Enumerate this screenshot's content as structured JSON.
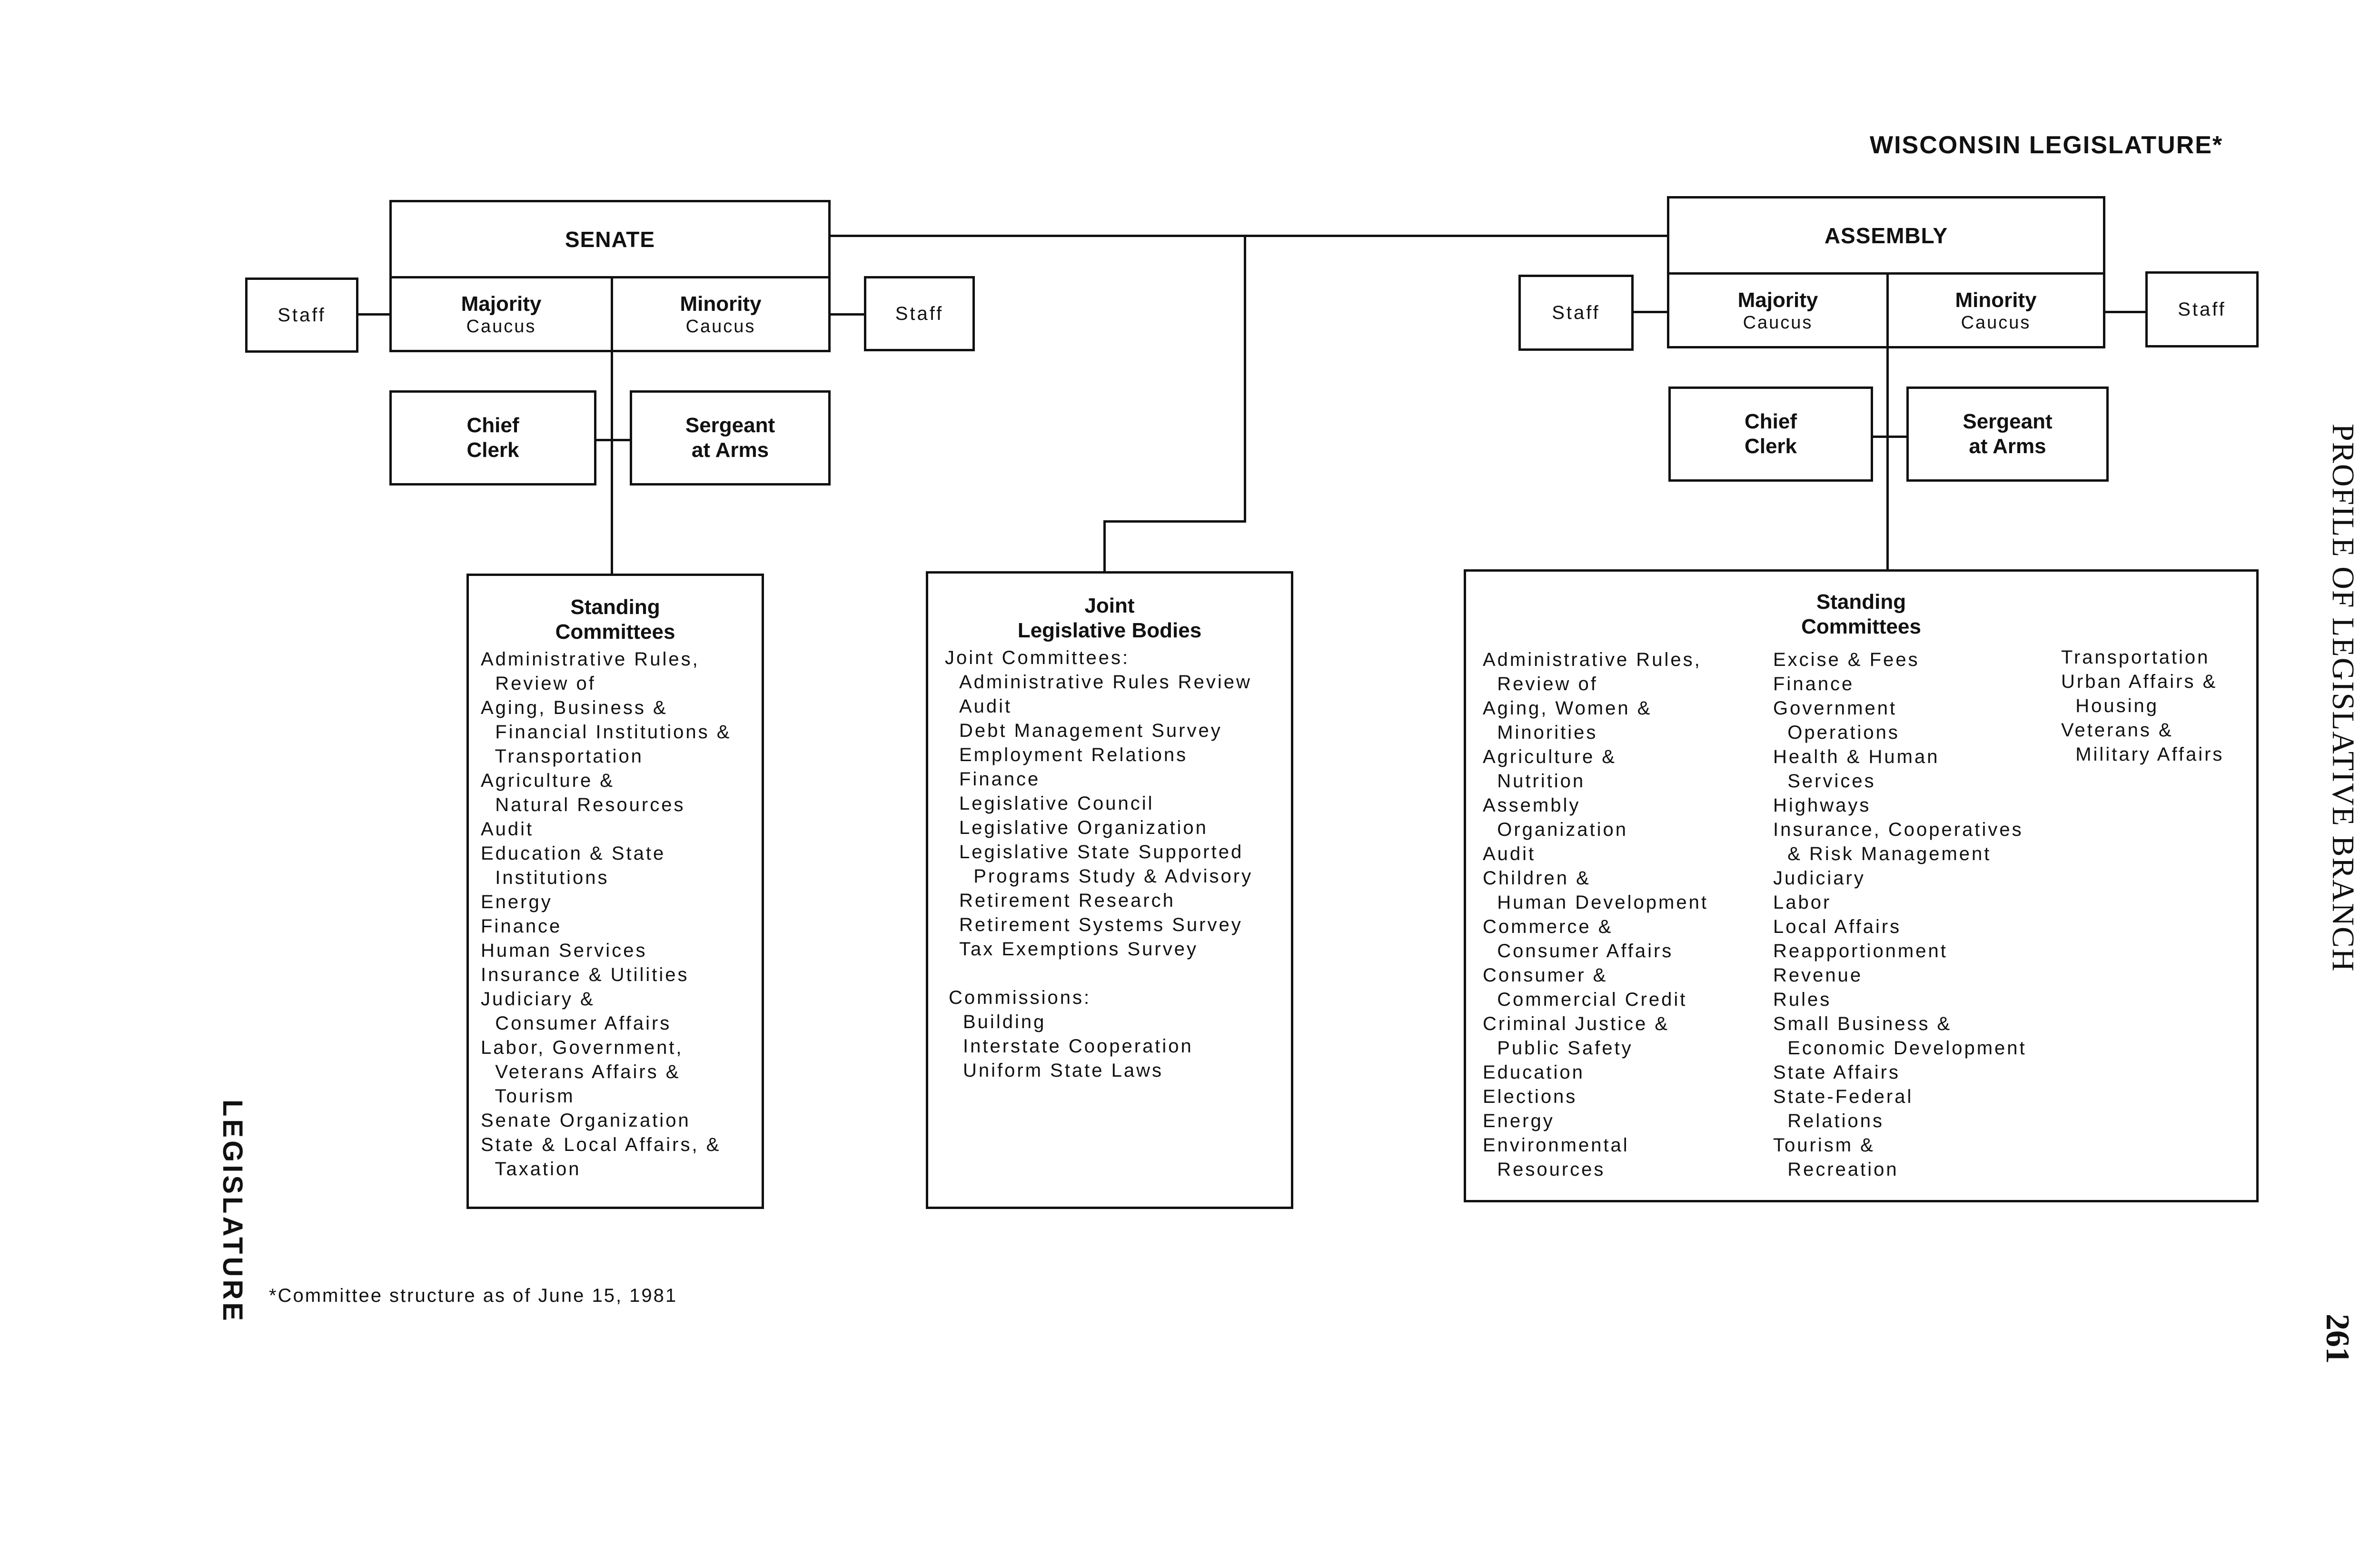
{
  "header": {
    "title": "WISCONSIN LEGISLATURE*"
  },
  "side_right": "PROFILE OF LEGISLATIVE BRANCH",
  "side_left": "LEGISLATURE",
  "page_number": "261",
  "footnote": "*Committee structure as of June 15, 1981",
  "senate": {
    "title": "SENATE",
    "majority": {
      "label": "Majority",
      "sub": "Caucus"
    },
    "minority": {
      "label": "Minority",
      "sub": "Caucus"
    },
    "staff_left": "Staff",
    "staff_right": "Staff",
    "chief_clerk": [
      "Chief",
      "Clerk"
    ],
    "sergeant": [
      "Sergeant",
      "at Arms"
    ],
    "committees_title": [
      "Standing",
      "Committees"
    ],
    "committees": [
      "Administrative Rules,",
      "  Review of",
      "Aging, Business &",
      "  Financial Institutions &",
      "  Transportation",
      "Agriculture &",
      "  Natural Resources",
      "Audit",
      "Education & State",
      "  Institutions",
      "Energy",
      "Finance",
      "Human Services",
      "Insurance & Utilities",
      "Judiciary &",
      "  Consumer Affairs",
      "Labor, Government,",
      "  Veterans Affairs &",
      "  Tourism",
      "Senate Organization",
      "State & Local Affairs, &",
      "  Taxation"
    ]
  },
  "joint": {
    "title": [
      "Joint",
      "Legislative Bodies"
    ],
    "committees_heading": "Joint Committees:",
    "committees": [
      "Administrative Rules Review",
      "Audit",
      "Debt Management Survey",
      "Employment Relations",
      "Finance",
      "Legislative Council",
      "Legislative Organization",
      "Legislative State Supported",
      "  Programs Study & Advisory",
      "Retirement Research",
      "Retirement Systems Survey",
      "Tax Exemptions Survey"
    ],
    "commissions_heading": "Commissions:",
    "commissions": [
      "Building",
      "Interstate Cooperation",
      "Uniform State Laws"
    ]
  },
  "assembly": {
    "title": "ASSEMBLY",
    "majority": {
      "label": "Majority",
      "sub": "Caucus"
    },
    "minority": {
      "label": "Minority",
      "sub": "Caucus"
    },
    "staff_left": "Staff",
    "staff_right": "Staff",
    "chief_clerk": [
      "Chief",
      "Clerk"
    ],
    "sergeant": [
      "Sergeant",
      "at Arms"
    ],
    "committees_title": [
      "Standing",
      "Committees"
    ],
    "committees_col1": [
      "Administrative Rules,",
      "  Review of",
      "Aging, Women &",
      "  Minorities",
      "Agriculture &",
      "  Nutrition",
      "Assembly",
      "  Organization",
      "Audit",
      "Children &",
      "  Human Development",
      "Commerce &",
      "  Consumer Affairs",
      "Consumer &",
      "  Commercial Credit",
      "Criminal Justice &",
      "  Public Safety",
      "Education",
      "Elections",
      "Energy",
      "Environmental",
      "  Resources"
    ],
    "committees_col2": [
      "Excise & Fees",
      "Finance",
      "Government",
      "  Operations",
      "Health & Human",
      "  Services",
      "Highways",
      "Insurance, Cooperatives",
      "  & Risk Management",
      "Judiciary",
      "Labor",
      "Local Affairs",
      "Reapportionment",
      "Revenue",
      "Rules",
      "Small Business &",
      "  Economic Development",
      "State Affairs",
      "State-Federal",
      "  Relations",
      "Tourism &",
      "  Recreation"
    ],
    "committees_col3": [
      "Transportation",
      "Urban Affairs &",
      "  Housing",
      "Veterans &",
      "  Military Affairs"
    ]
  }
}
